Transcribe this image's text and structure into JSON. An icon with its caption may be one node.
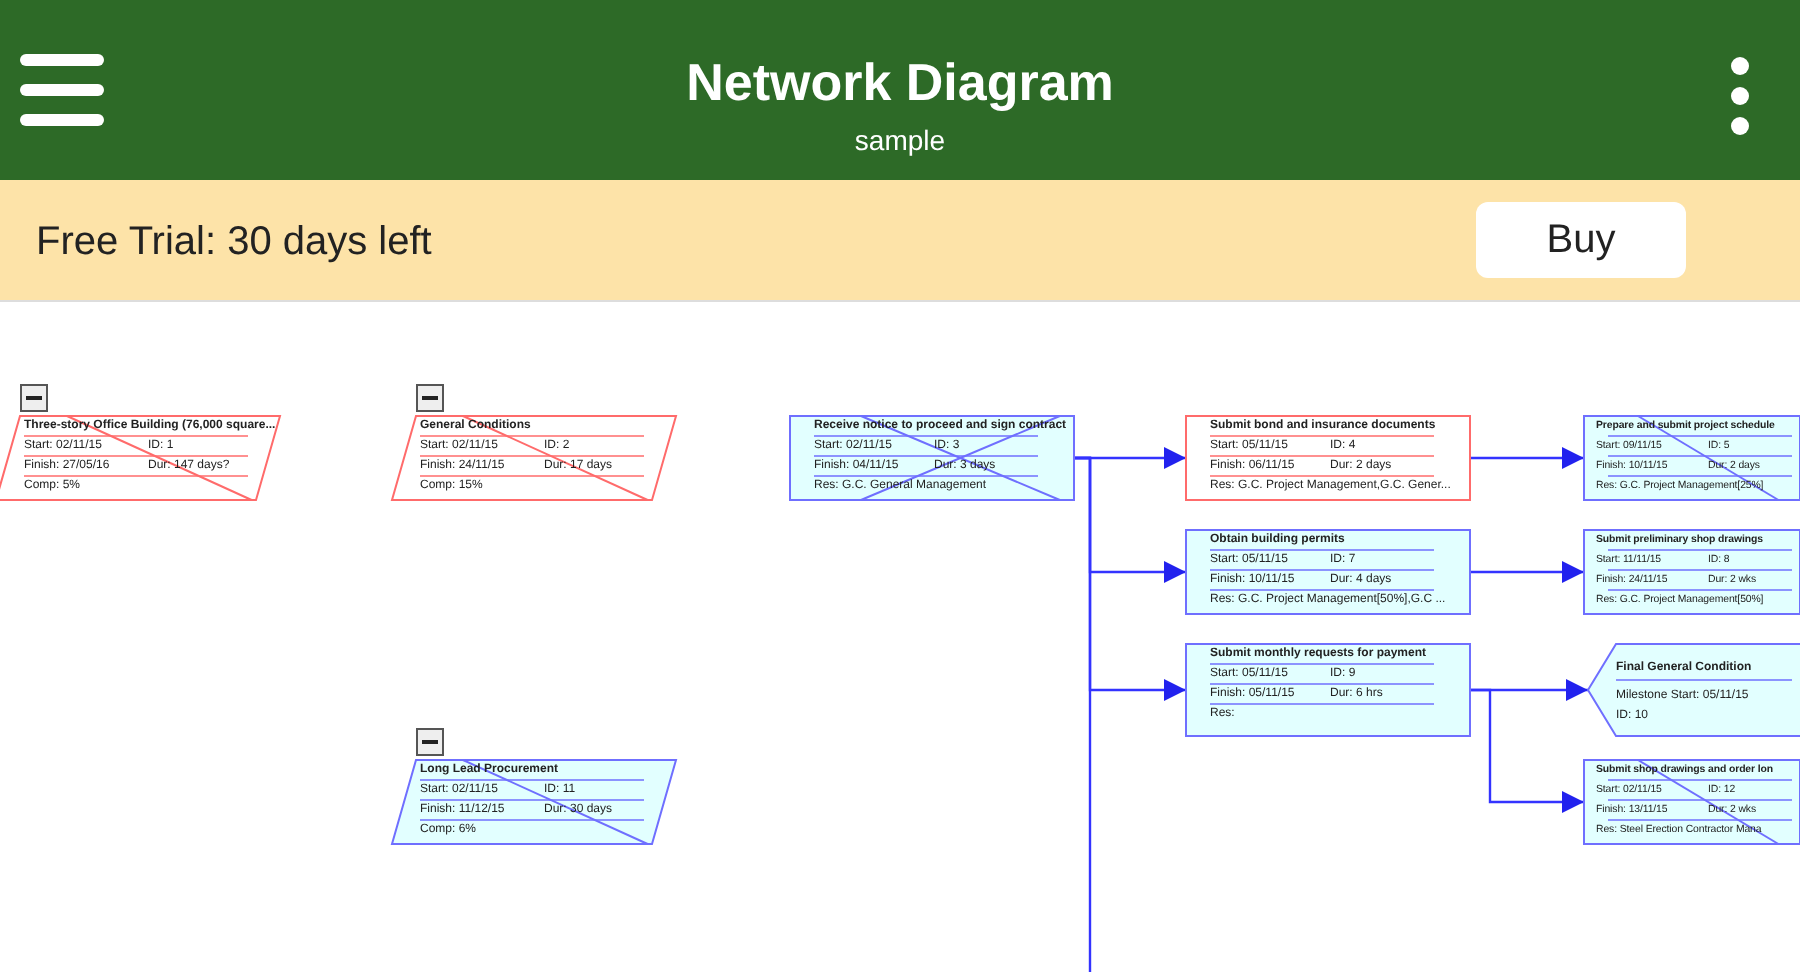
{
  "diagram": {
    "title": "Network Diagram",
    "nodes": [
      {
        "text": [
          "Three-story Office Building (76,000 square...",
          "Start: 02/11/15",
          "ID: 1",
          "Finish: 27/05/16",
          "Dur: 147 days?",
          "Comp: 5%"
        ]
      },
      {
        "text": [
          "General Conditions",
          "Start: 02/11/15",
          "ID: 2",
          "Finish: 24/11/15",
          "Dur: 17 days",
          "Comp: 15%"
        ]
      },
      {
        "text": [
          "Receive notice to proceed and sign contract",
          "Start: 02/11/15",
          "ID: 3",
          "Finish: 04/11/15",
          "Dur: 3 days",
          "Res: G.C. General Management"
        ]
      },
      {
        "text": [
          "Submit bond and insurance documents",
          "Start: 05/11/15",
          "ID: 4",
          "Finish: 06/11/15",
          "Dur: 2 days",
          "Res: G.C. Project Management,G.C. Gener..."
        ]
      },
      {
        "text": [
          "Prepare and submit project schedule",
          "Start: 09/11/15",
          "ID: 5",
          "Finish: 10/11/15",
          "Dur: 2 days",
          "Res: G.C. Project Management[25%]"
        ]
      },
      {
        "text": [
          "Obtain building permits",
          "Start: 05/11/15",
          "ID: 7",
          "Finish: 10/11/15",
          "Dur: 4 days",
          "Res: G.C. Project Management[50%],G.C ..."
        ]
      },
      {
        "text": [
          "Submit preliminary shop drawings",
          "Start: 11/11/15",
          "ID: 8",
          "Finish: 24/11/15",
          "Dur: 2 wks",
          "Res: G.C. Project Management[50%]"
        ]
      },
      {
        "text": [
          "Submit monthly requests for payment",
          "Start: 05/11/15",
          "ID: 9",
          "Finish: 05/11/15",
          "Dur: 6 hrs",
          "Res:"
        ]
      },
      {
        "text": [
          "Final General Condition",
          "Milestone Start: 05/11/15",
          "ID: 10"
        ]
      },
      {
        "text": [
          "Long Lead Procurement",
          "Start: 02/11/15",
          "ID: 11",
          "Finish: 11/12/15",
          "Dur: 30 days",
          "Comp: 6%"
        ]
      },
      {
        "text": [
          "Submit shop drawings and order lon",
          "Start: 02/11/15",
          "ID: 12",
          "Finish: 13/11/15",
          "Dur: 2 wks",
          "Res: Steel Erection Contractor Mana"
        ]
      }
    ],
    "edges": [
      {
        "from": 2,
        "to": 3,
        "arrow": "to"
      },
      {
        "from": 2,
        "to": 5,
        "arrow": "to"
      },
      {
        "from": 2,
        "to": 7,
        "arrow": "to"
      },
      {
        "from": 2,
        "to": null,
        "arrow": "none"
      },
      {
        "from": 3,
        "to": 4,
        "arrow": "to"
      },
      {
        "from": 5,
        "to": 6,
        "arrow": "to"
      },
      {
        "from": 7,
        "to": 8,
        "arrow": "to"
      },
      {
        "from": 7,
        "to": 10,
        "arrow": "to"
      }
    ],
    "labels": [
      "sample",
      "Free Trial: 30 days left",
      "Buy"
    ]
  }
}
